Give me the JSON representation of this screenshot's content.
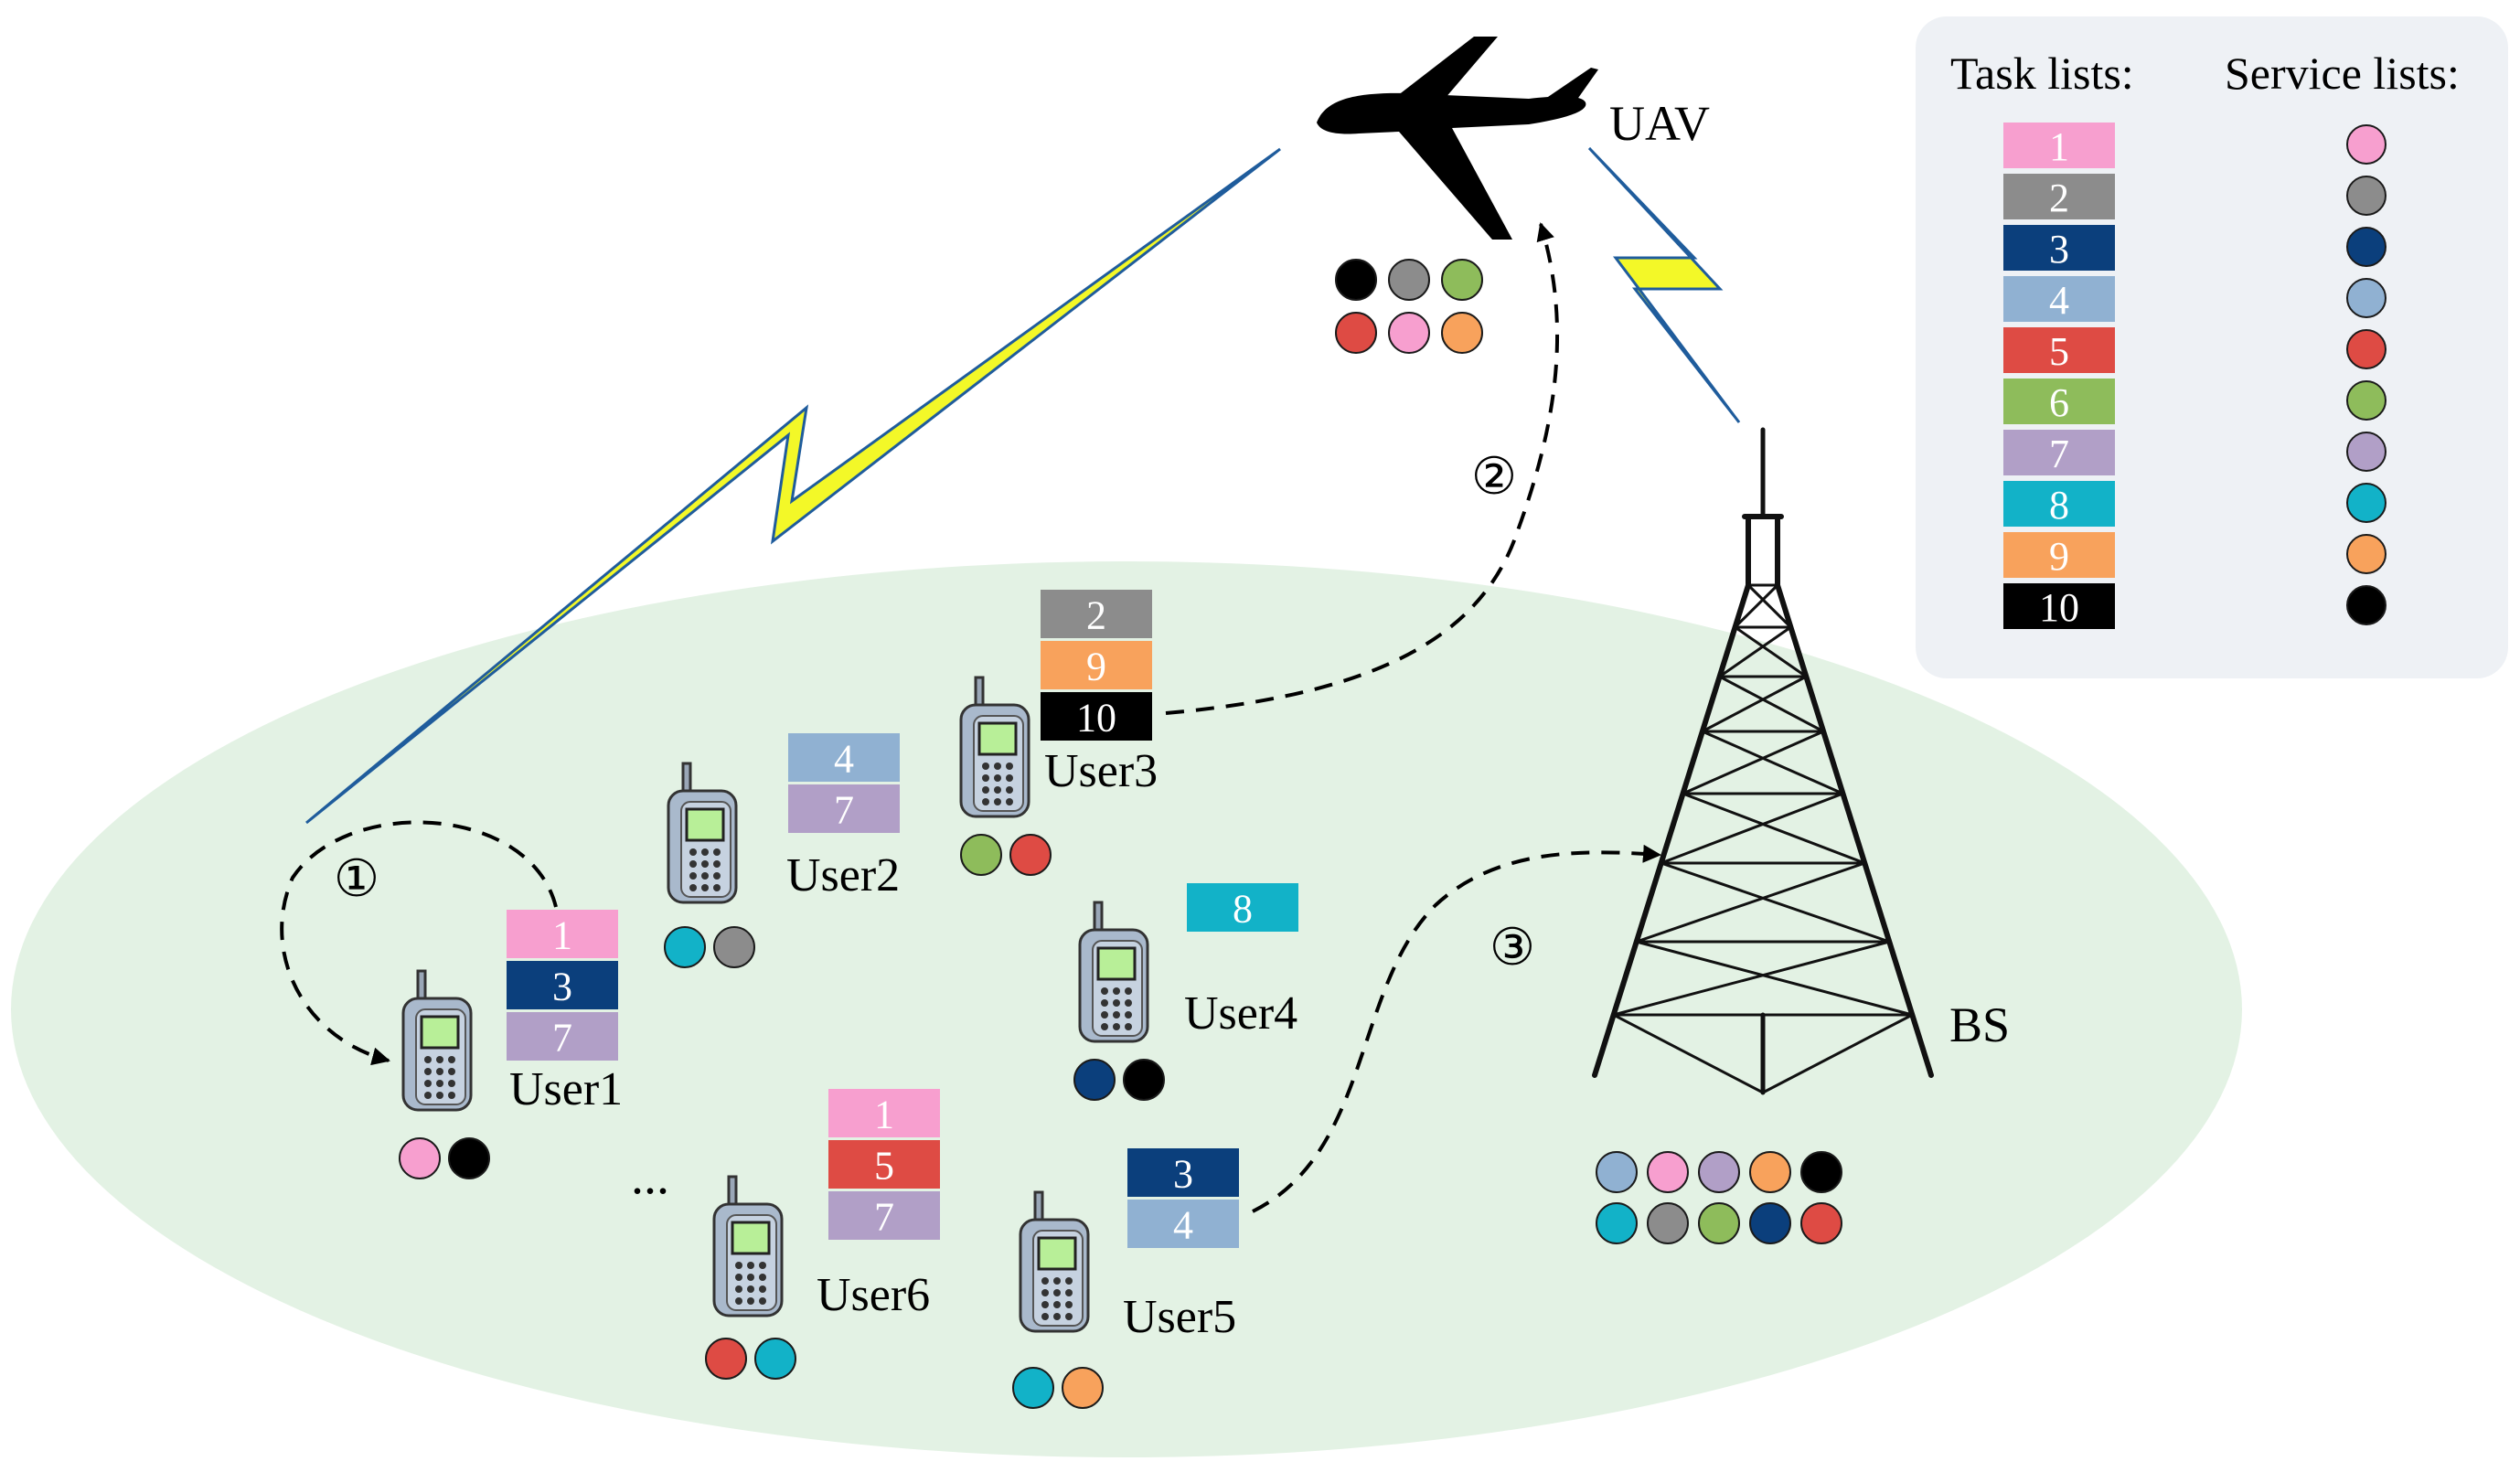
{
  "colors": {
    "t1": "#f79fcf",
    "t2": "#8c8c8c",
    "t3": "#0b3f7c",
    "t4": "#90b1d2",
    "t5": "#de4b44",
    "t6": "#8ebc5b",
    "t7": "#b19fc7",
    "t8": "#12b2c8",
    "t9": "#f8a25c",
    "t10": "#000000",
    "region_fill": "#e3f2e4",
    "legend_bg": "#eef1f5",
    "bolt_fill": "#f3f828",
    "bolt_edge": "#1f5c9c"
  },
  "legend": {
    "task_header": "Task lists:",
    "service_header": "Service lists:",
    "items": [
      "1",
      "2",
      "3",
      "4",
      "5",
      "6",
      "7",
      "8",
      "9",
      "10"
    ]
  },
  "uav": {
    "label": "UAV",
    "services": [
      "10",
      "2",
      "6",
      "5",
      "1",
      "9"
    ]
  },
  "bs": {
    "label": "BS",
    "services": [
      "4",
      "1",
      "7",
      "9",
      "10",
      "8",
      "2",
      "6",
      "3",
      "5"
    ]
  },
  "users": [
    {
      "label": "User1",
      "tasks": [
        "1",
        "3",
        "7"
      ],
      "services": [
        "1",
        "10"
      ]
    },
    {
      "label": "User2",
      "tasks": [
        "4",
        "7"
      ],
      "services": [
        "8",
        "2"
      ]
    },
    {
      "label": "User3",
      "tasks": [
        "2",
        "9",
        "10"
      ],
      "services": [
        "6",
        "5"
      ]
    },
    {
      "label": "User4",
      "tasks": [
        "8"
      ],
      "services": [
        "3",
        "10"
      ]
    },
    {
      "label": "User5",
      "tasks": [
        "3",
        "4"
      ],
      "services": [
        "8",
        "9"
      ]
    },
    {
      "label": "User6",
      "tasks": [
        "1",
        "5",
        "7"
      ],
      "services": [
        "5",
        "8"
      ]
    }
  ],
  "ellipsis": "...",
  "steps": [
    "①",
    "②",
    "③"
  ]
}
